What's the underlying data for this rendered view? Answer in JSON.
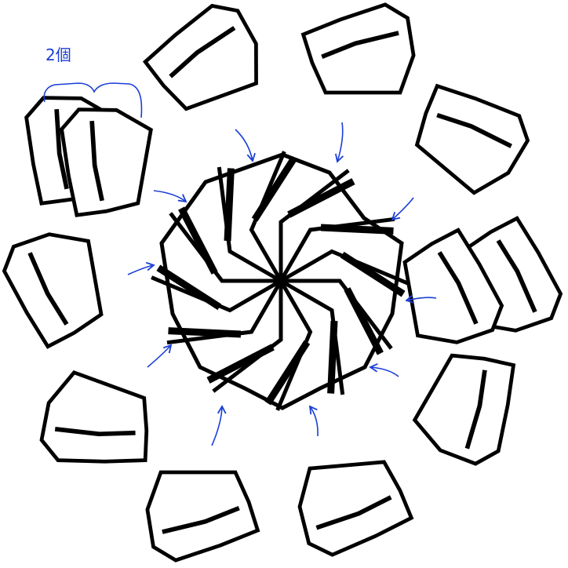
{
  "annotation": {
    "label": "2個",
    "ink_color": "#1a3fd6"
  },
  "figure": {
    "line_color": "#000000",
    "fill_color": "#ffffff",
    "loose_pieces": 12,
    "assembled_blades": 12
  }
}
